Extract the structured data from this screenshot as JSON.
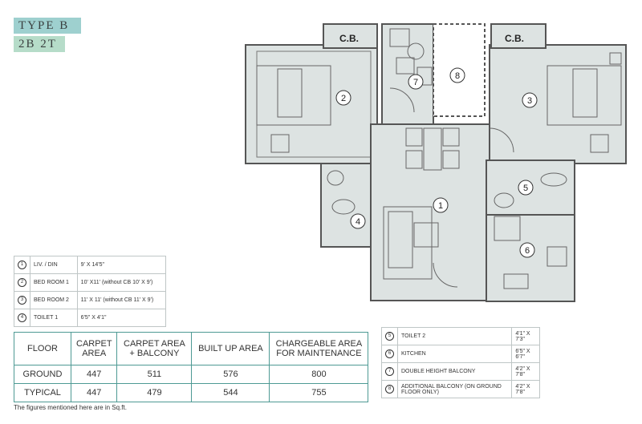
{
  "type_label": "TYPE B",
  "config_label": "2B 2T",
  "plan_labels": {
    "cb_left": "C.B.",
    "cb_right": "C.B.",
    "r1": "1",
    "r2": "2",
    "r3": "3",
    "r4": "4",
    "r5": "5",
    "r6": "6",
    "r7": "7",
    "r8": "8"
  },
  "rooms_left": [
    {
      "num": "1",
      "name": "LIV. / DIN",
      "dim": "9' X 14'5\""
    },
    {
      "num": "2",
      "name": "BED ROOM 1",
      "dim": "10' X11' (without CB 10' X 9')"
    },
    {
      "num": "3",
      "name": "BED ROOM 2",
      "dim": "11' X 11' (without CB 11' X 9')"
    },
    {
      "num": "4",
      "name": "TOILET 1",
      "dim": "6'5\" X 4'1\""
    }
  ],
  "rooms_right": [
    {
      "num": "5",
      "name": "TOILET 2",
      "dim": "4'1\" X 7'3\""
    },
    {
      "num": "6",
      "name": "KITCHEN",
      "dim": "6'5\" X 6'7\""
    },
    {
      "num": "7",
      "name": "DOUBLE HEIGHT BALCONY",
      "dim": "4'2\" X 7'8\""
    },
    {
      "num": "8",
      "name": "ADDITIONAL BALCONY (ON GROUND FLOOR ONLY)",
      "dim": "4'2\" X 7'8\""
    }
  ],
  "area_table": {
    "headers": [
      "FLOOR",
      "CARPET AREA",
      "CARPET AREA + BALCONY",
      "BUILT UP AREA",
      "CHARGEABLE AREA FOR MAINTENANCE"
    ],
    "rows": [
      [
        "GROUND",
        "447",
        "511",
        "576",
        "800"
      ],
      [
        "TYPICAL",
        "447",
        "479",
        "544",
        "755"
      ]
    ]
  },
  "note": "The figures mentioned here are in Sq.ft.",
  "colors": {
    "floor": "#dde3e2",
    "wall": "#555555",
    "accent": "#9ed0cf",
    "table_border": "#4e9a94"
  }
}
